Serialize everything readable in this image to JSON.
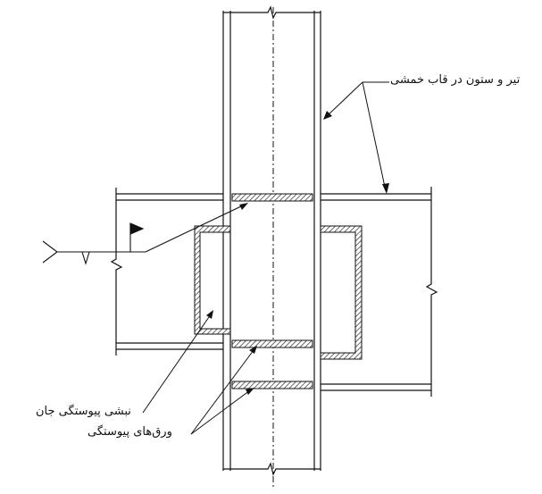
{
  "labels": {
    "frame_members": "تیر و ستون در قاب خمشی",
    "web_angle": "نبشی پیوستگی جان",
    "continuity_plates": "ورق‌های پیوستگی"
  },
  "colors": {
    "line": "#111111",
    "hatch": "#444444"
  }
}
